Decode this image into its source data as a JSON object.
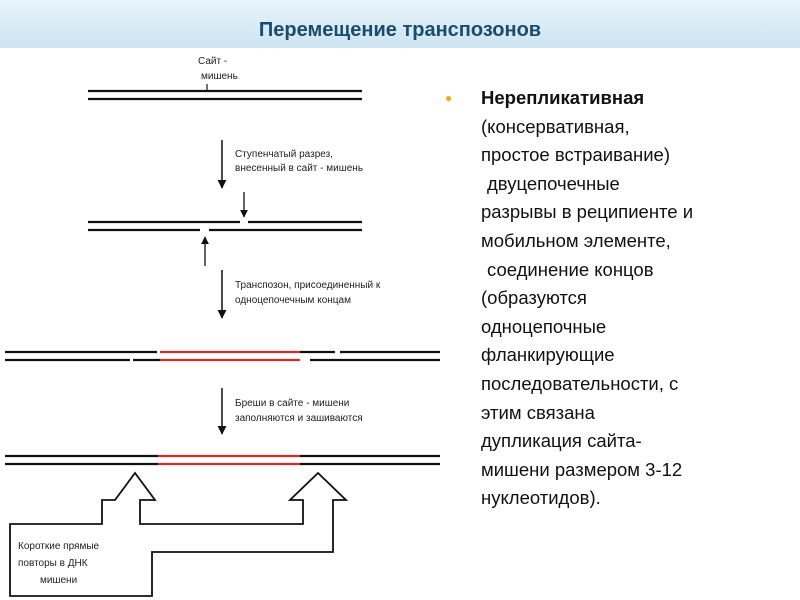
{
  "header": {
    "title": "Перемещение транспозонов"
  },
  "diagram": {
    "label_target_site_line1": "Сайт -",
    "label_target_site_line2": "мишень",
    "label_step1_line1": "Ступенчатый разрез,",
    "label_step1_line2": "внесенный в сайт - мишень",
    "label_step2_line1": "Транспозон, присоединенный к",
    "label_step2_line2": "одноцепочечным концам",
    "label_step3_line1": "Бреши в сайте - мишени",
    "label_step3_line2": "заполняются и зашиваются",
    "box_line1": "Короткие прямые",
    "box_line2": "повторы  в  ДНК",
    "box_line3": "мишени",
    "colors": {
      "dna": "#111111",
      "transposon": "#d42a2a",
      "bullet": "#f5a623"
    }
  },
  "content": {
    "bullet_icon": "bullet-circle-icon",
    "heading": "Нерепликативная",
    "line1": "(консервативная,",
    "line2": "простое встраивание)",
    "line3": "двуцепочечные",
    "line4": "разрывы в реципиенте и",
    "line5": "мобильном элементе,",
    "line6": "соединение концов",
    "line7": "(образуются",
    "line8": "одноцепочные",
    "line9": "фланкирующие",
    "line10": "последовательности, с",
    "line11": "этим связана",
    "line12": "дупликация сайта-",
    "line13": "мишени размером 3-12",
    "line14": "нуклеотидов)."
  }
}
